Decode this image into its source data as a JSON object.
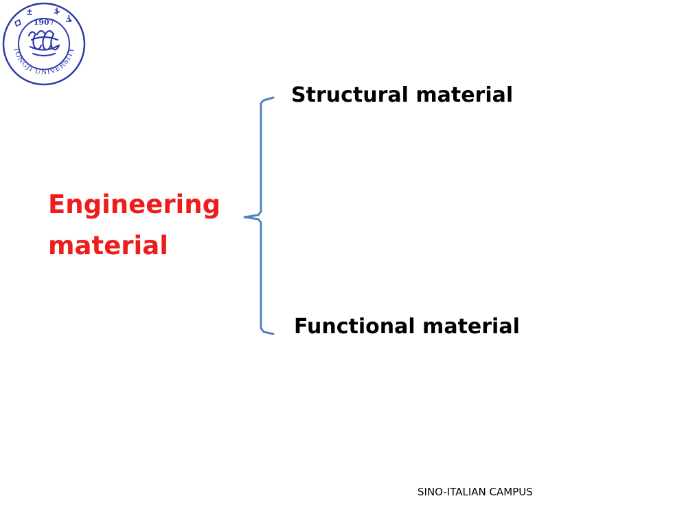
{
  "logo": {
    "year": "1907",
    "name": "TONGJI UNIVERSITY",
    "color": "#2b3aa8"
  },
  "diagram": {
    "root": {
      "line1": "Engineering",
      "line2": "material",
      "color": "#ee1c1c"
    },
    "branches": [
      {
        "label": "Structural material"
      },
      {
        "label": "Functional material"
      }
    ],
    "bracket_color": "#4f81bd"
  },
  "footer": {
    "text": "SINO-ITALIAN  CAMPUS"
  }
}
